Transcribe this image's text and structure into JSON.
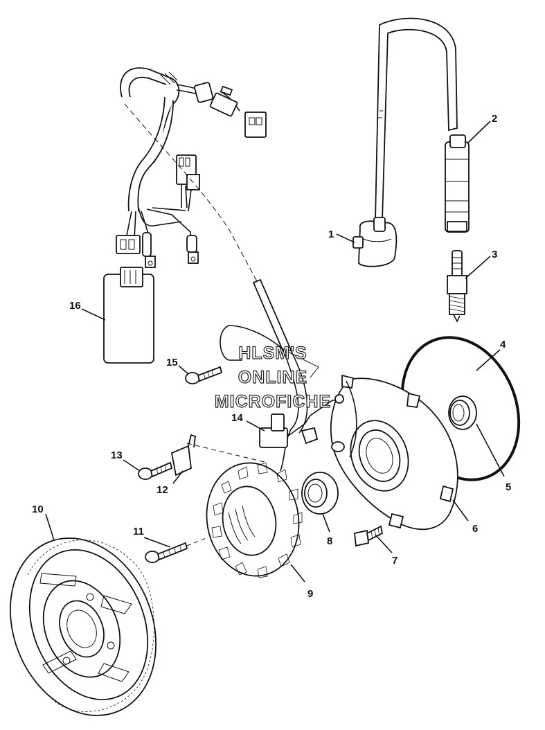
{
  "callouts": [
    "1",
    "2",
    "3",
    "4",
    "5",
    "6",
    "7",
    "8",
    "9",
    "10",
    "11",
    "12",
    "13",
    "14",
    "15",
    "16"
  ],
  "watermark": [
    "HLSM'S",
    "ONLINE",
    "MICROFICHE"
  ]
}
